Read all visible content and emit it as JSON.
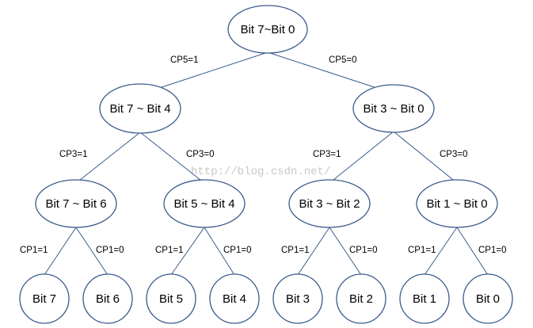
{
  "watermark": "http://blog.csdn.net/",
  "nodes": {
    "root": "Bit 7~Bit 0",
    "n74": "Bit 7 ~ Bit 4",
    "n30": "Bit 3 ~ Bit 0",
    "n76": "Bit 7 ~ Bit 6",
    "n54": "Bit 5 ~ Bit 4",
    "n32": "Bit 3 ~ Bit 2",
    "n10": "Bit 1 ~ Bit 0",
    "b7": "Bit 7",
    "b6": "Bit 6",
    "b5": "Bit 5",
    "b4": "Bit 4",
    "b3": "Bit 3",
    "b2": "Bit 2",
    "b1": "Bit 1",
    "b0": "Bit 0"
  },
  "edges": {
    "root_n74": "CP5=1",
    "root_n30": "CP5=0",
    "n74_n76": "CP3=1",
    "n74_n54": "CP3=0",
    "n30_n32": "CP3=1",
    "n30_n10": "CP3=0",
    "n76_b7": "CP1=1",
    "n76_b6": "CP1=0",
    "n54_b5": "CP1=1",
    "n54_b4": "CP1=0",
    "n32_b3": "CP1=1",
    "n32_b2": "CP1=0",
    "n10_b1": "CP1=1",
    "n10_b0": "CP1=0"
  }
}
